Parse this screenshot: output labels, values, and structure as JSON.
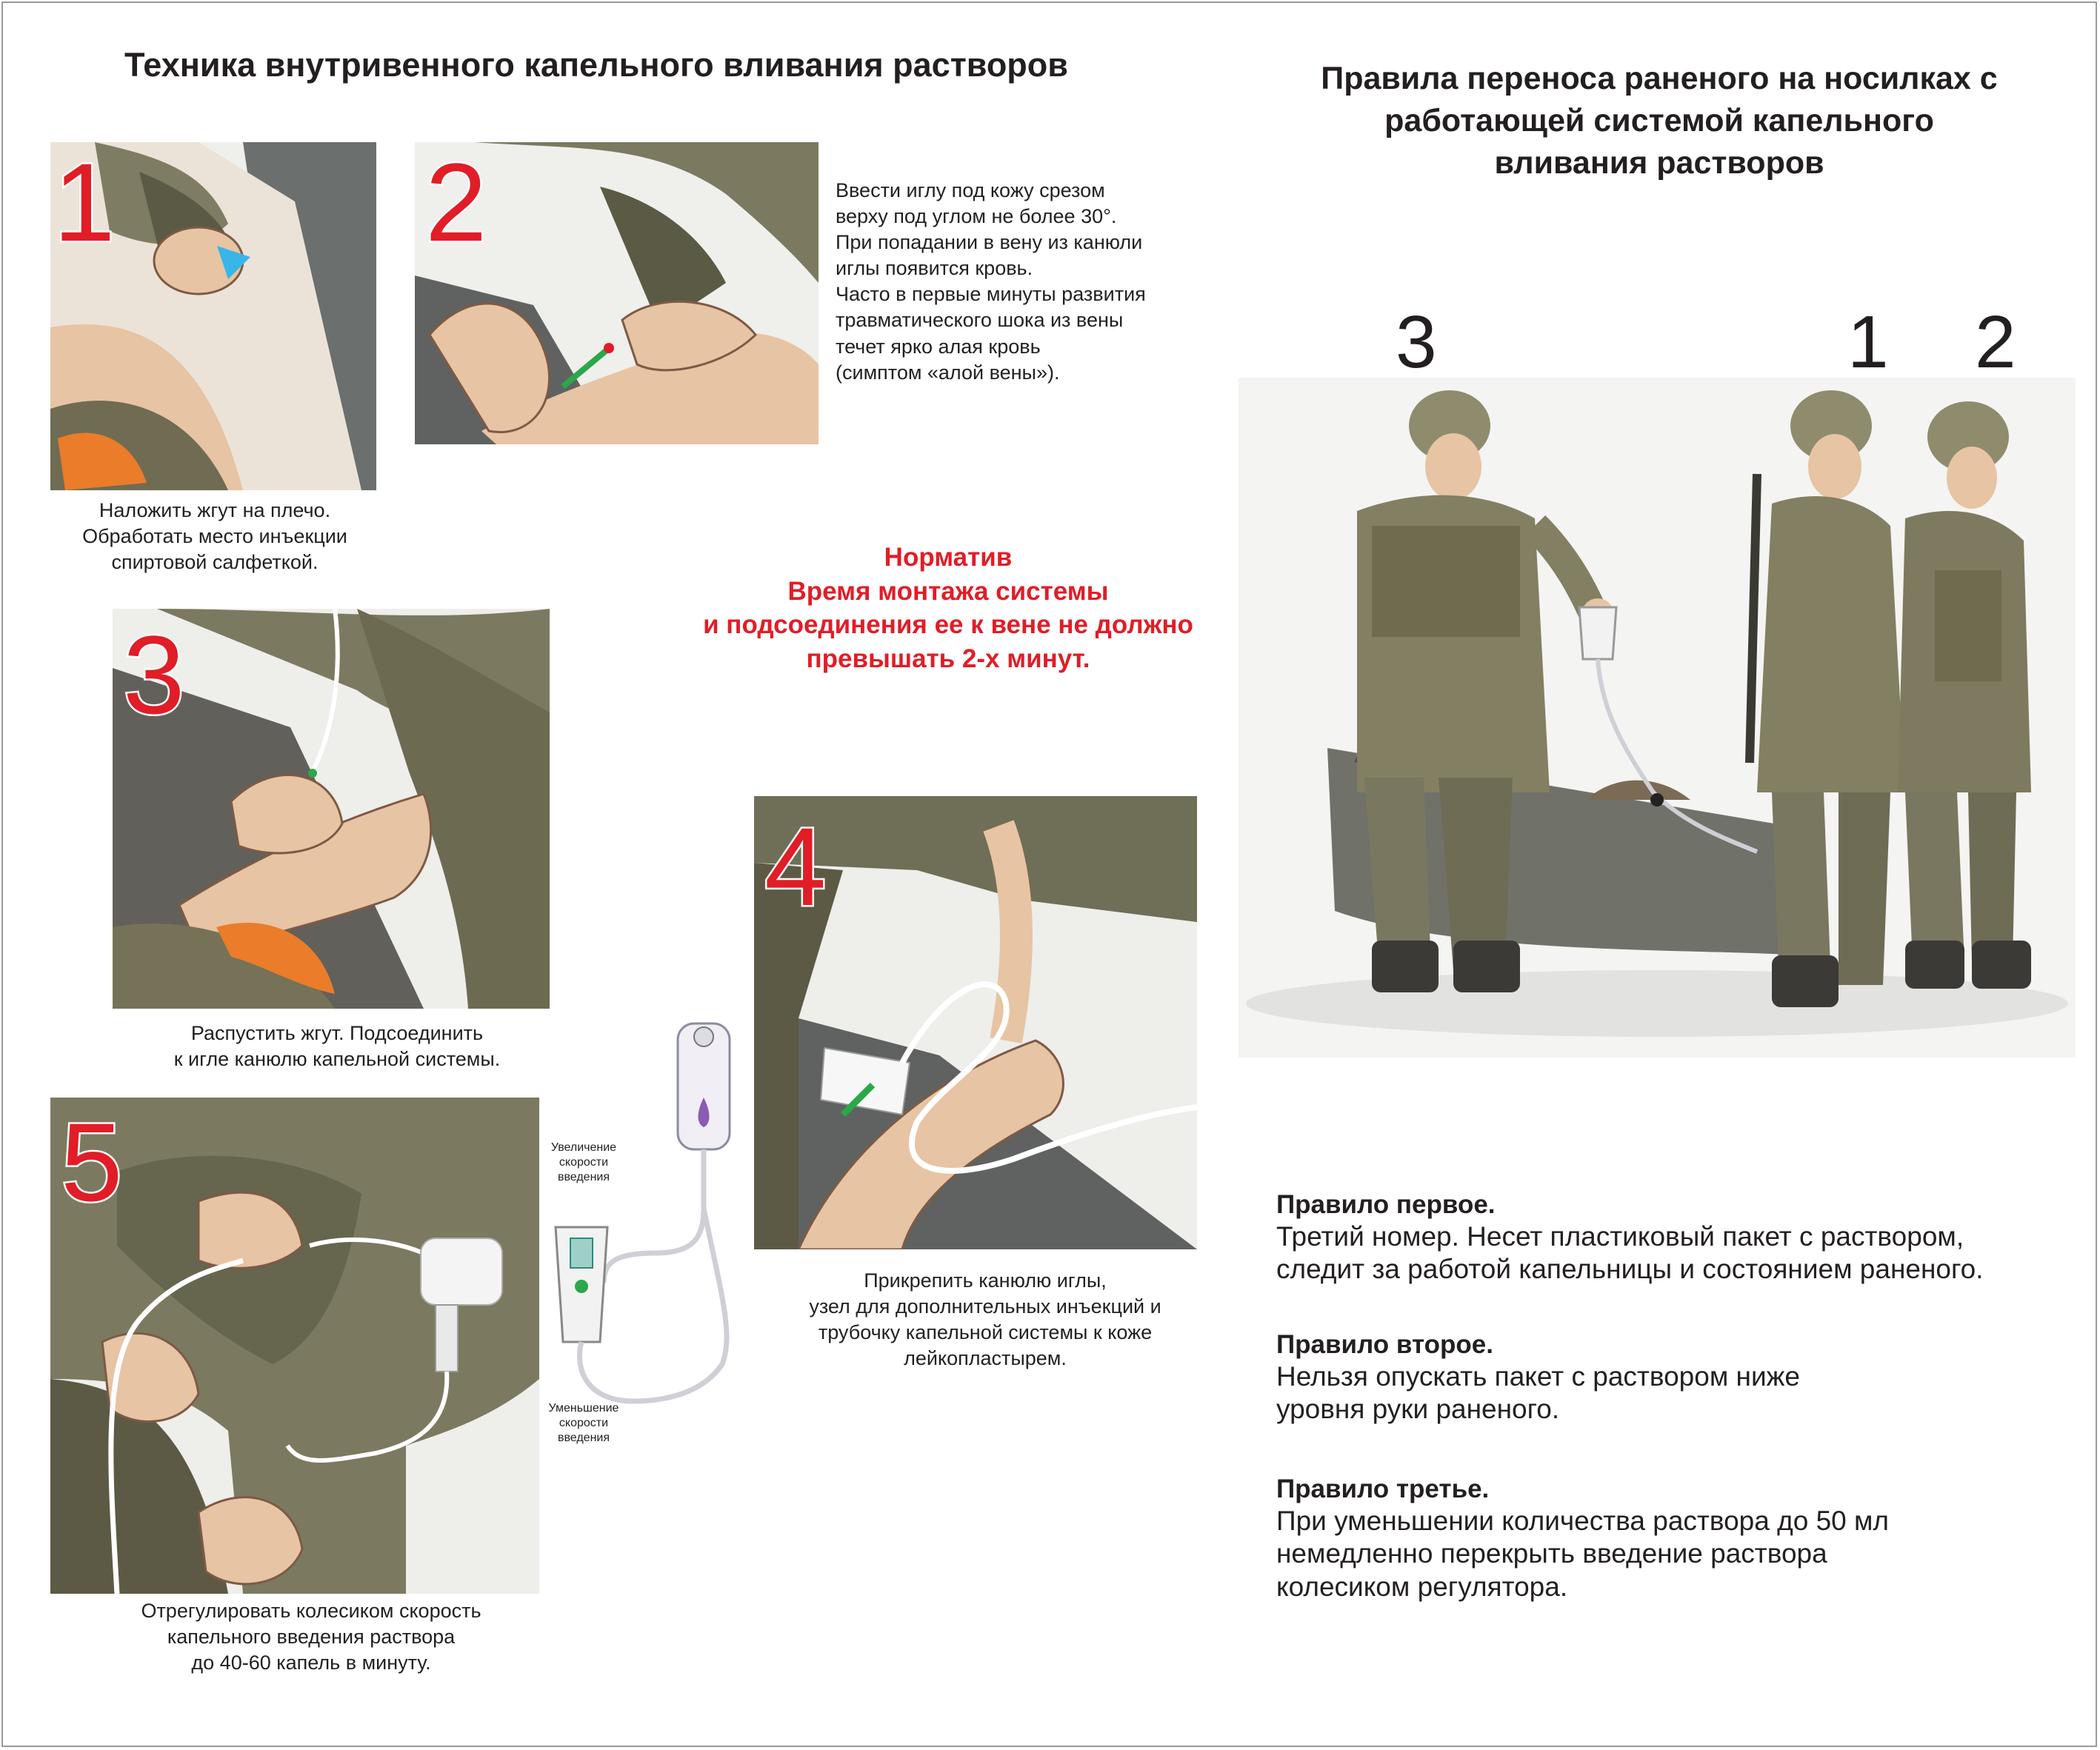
{
  "left_title": "Техника внутривенного капельного вливания растворов",
  "right_title": [
    "Правила переноса раненого на носилках с",
    "работающей системой капельного",
    "вливания растворов"
  ],
  "steps": [
    {
      "num": "1",
      "caption": [
        "Наложить жгут на плечо.",
        "Обработать место инъекции",
        "спиртовой салфеткой."
      ]
    },
    {
      "num": "2",
      "caption": [
        "Ввести иглу под кожу срезом",
        "верху под углом не более 30°.",
        "При попадании в вену из канюли",
        "иглы появится кровь.",
        "Часто в первые минуты развития",
        "травматического шока из вены",
        "течет ярко алая кровь",
        "(симптом «алой вены»)."
      ]
    },
    {
      "num": "3",
      "caption": [
        "Распустить жгут. Подсоединить",
        "к игле канюлю капельной системы."
      ]
    },
    {
      "num": "4",
      "caption": [
        "Прикрепить канюлю иглы,",
        "узел для дополнительных инъекций и",
        "трубочку капельной системы к коже",
        "лейкопластырем."
      ]
    },
    {
      "num": "5",
      "caption": [
        "Отрегулировать колесиком скорость",
        "капельного введения раствора",
        "до 40-60 капель в минуту."
      ]
    }
  ],
  "norm": [
    "Норматив",
    "Время монтажа системы",
    "и подсоединения ее к вене не должно",
    "превышать 2-х минут."
  ],
  "dropper": {
    "increase": [
      "Увеличение",
      "скорости",
      "введения"
    ],
    "decrease": [
      "Уменьшение",
      "скорости",
      "введения"
    ]
  },
  "positions": [
    "3",
    "1",
    "2"
  ],
  "rules": [
    {
      "title": "Правило первое.",
      "text": [
        "Третий номер. Несет пластиковый пакет с раствором,",
        "следит за работой капельницы и состоянием раненого."
      ]
    },
    {
      "title": "Правило второе.",
      "text": [
        "Нельзя опускать пакет с раствором ниже",
        "уровня руки раненого."
      ]
    },
    {
      "title": "Правило третье.",
      "text": [
        "При уменьшении количества раствора до 50 мл",
        "немедленно перекрыть введение раствора",
        "колесиком регулятора."
      ]
    }
  ],
  "colors": {
    "accent": "#e11d27",
    "camo_light": "#8a8a6e",
    "camo_dark": "#5b5a45",
    "skin": "#e7c4a3",
    "stretcher": "#6f7168"
  }
}
